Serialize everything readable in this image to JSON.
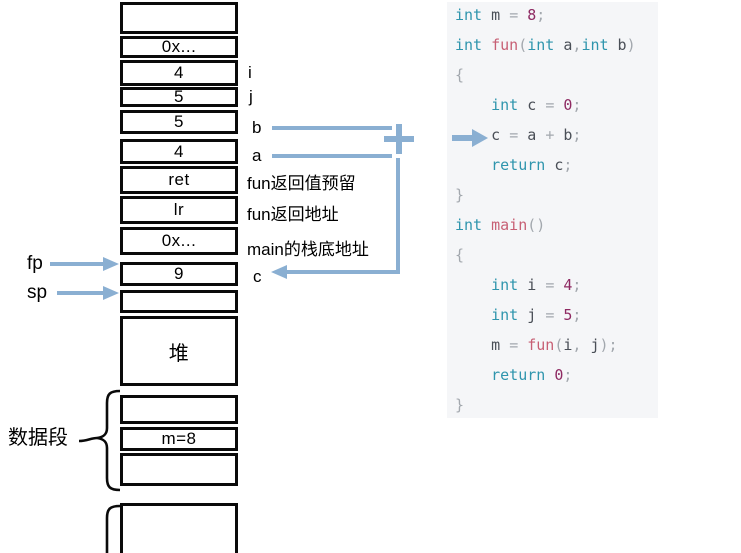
{
  "diagram": {
    "stack_cells": [
      "",
      "0x...",
      "4",
      "5",
      "5",
      "4",
      "ret",
      "lr",
      "0x...",
      "9",
      "",
      "堆",
      "",
      "m=8",
      "",
      ""
    ],
    "side_labels": [
      "i",
      "j",
      "b",
      "a",
      "fun返回值预留",
      "fun返回地址",
      "main的栈底地址",
      "c"
    ],
    "pointer_fp": "fp",
    "pointer_sp": "sp",
    "data_segment_label": "数据段",
    "icons": [
      "plus-icon",
      "right-arrow-icon",
      "left-arrow-icon",
      "curly-brace-icon"
    ]
  },
  "code": {
    "lines": [
      [
        {
          "c": "kw",
          "t": "int"
        },
        {
          "c": "id",
          "t": " m "
        },
        {
          "c": "pn",
          "t": "="
        },
        {
          "c": "num",
          "t": " 8"
        },
        {
          "c": "pn",
          "t": ";"
        }
      ],
      [
        {
          "c": "kw",
          "t": "int"
        },
        {
          "c": "fn",
          "t": " fun"
        },
        {
          "c": "pn",
          "t": "("
        },
        {
          "c": "kw",
          "t": "int"
        },
        {
          "c": "id",
          "t": " a"
        },
        {
          "c": "pn",
          "t": ","
        },
        {
          "c": "kw",
          "t": "int"
        },
        {
          "c": "id",
          "t": " b"
        },
        {
          "c": "pn",
          "t": ")"
        }
      ],
      [
        {
          "c": "pn",
          "t": "{"
        }
      ],
      [
        {
          "c": "pn",
          "t": "    "
        },
        {
          "c": "kw",
          "t": "int"
        },
        {
          "c": "id",
          "t": " c "
        },
        {
          "c": "pn",
          "t": "="
        },
        {
          "c": "num",
          "t": " 0"
        },
        {
          "c": "pn",
          "t": ";"
        }
      ],
      [
        {
          "c": "id",
          "t": "    c "
        },
        {
          "c": "pn",
          "t": "="
        },
        {
          "c": "id",
          "t": " a "
        },
        {
          "c": "pn",
          "t": "+"
        },
        {
          "c": "id",
          "t": " b"
        },
        {
          "c": "pn",
          "t": ";"
        }
      ],
      [
        {
          "c": "pn",
          "t": "    "
        },
        {
          "c": "kw",
          "t": "return"
        },
        {
          "c": "id",
          "t": " c"
        },
        {
          "c": "pn",
          "t": ";"
        }
      ],
      [
        {
          "c": "pn",
          "t": "}"
        }
      ],
      [
        {
          "c": "kw",
          "t": "int"
        },
        {
          "c": "fn",
          "t": " main"
        },
        {
          "c": "pn",
          "t": "()"
        }
      ],
      [
        {
          "c": "pn",
          "t": "{"
        }
      ],
      [
        {
          "c": "pn",
          "t": "    "
        },
        {
          "c": "kw",
          "t": "int"
        },
        {
          "c": "id",
          "t": " i "
        },
        {
          "c": "pn",
          "t": "="
        },
        {
          "c": "num",
          "t": " 4"
        },
        {
          "c": "pn",
          "t": ";"
        }
      ],
      [
        {
          "c": "pn",
          "t": "    "
        },
        {
          "c": "kw",
          "t": "int"
        },
        {
          "c": "id",
          "t": " j "
        },
        {
          "c": "pn",
          "t": "="
        },
        {
          "c": "num",
          "t": " 5"
        },
        {
          "c": "pn",
          "t": ";"
        }
      ],
      [
        {
          "c": "id",
          "t": "    m "
        },
        {
          "c": "pn",
          "t": "="
        },
        {
          "c": "fn",
          "t": " fun"
        },
        {
          "c": "pn",
          "t": "("
        },
        {
          "c": "id",
          "t": "i"
        },
        {
          "c": "pn",
          "t": ", "
        },
        {
          "c": "id",
          "t": "j"
        },
        {
          "c": "pn",
          "t": ");"
        }
      ],
      [
        {
          "c": "pn",
          "t": "    "
        },
        {
          "c": "kw",
          "t": "return"
        },
        {
          "c": "num",
          "t": " 0"
        },
        {
          "c": "pn",
          "t": ";"
        }
      ],
      [
        {
          "c": "pn",
          "t": "}"
        }
      ]
    ]
  },
  "colors": {
    "arrow_blue": "#8aafd2",
    "code_background": "#f5f6f8",
    "keyword": "#2f95ad",
    "function": "#c75f74",
    "number": "#8e2a62",
    "identifier": "#4a4f57",
    "punctuation": "#a3a8ae",
    "border_black": "#0a0a0a"
  }
}
